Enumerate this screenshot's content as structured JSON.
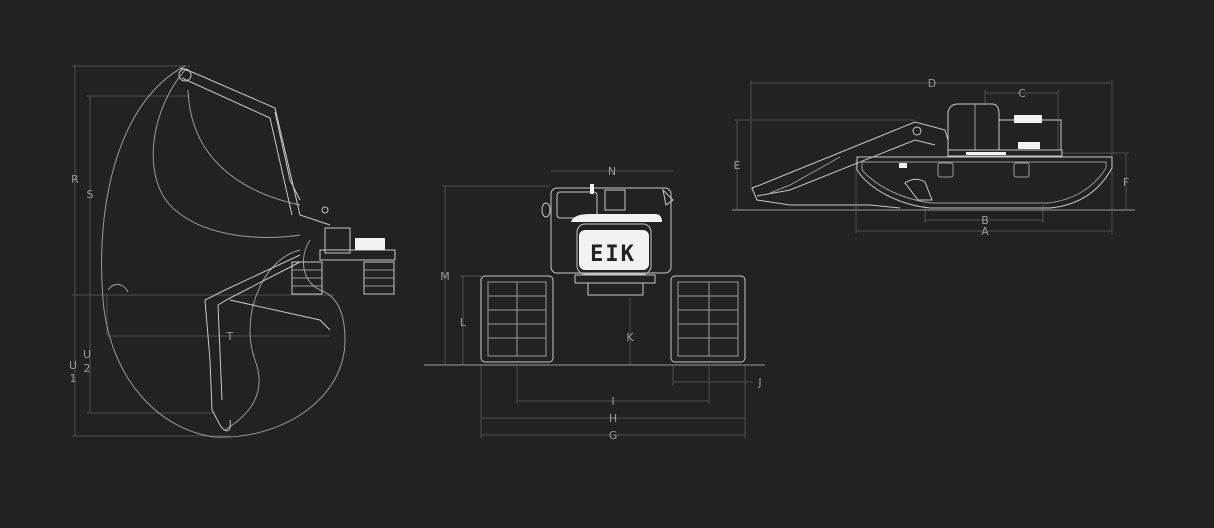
{
  "diagram": {
    "logo_text": "EIK",
    "colors": {
      "background": "#222222",
      "linework": "#c8c8c8",
      "dimension_lines": "#4d4d4d",
      "labels": "#9c9c9c"
    },
    "reach_view": {
      "labels": {
        "R": "R",
        "S": "S",
        "T": "T",
        "U1a": "U",
        "U1b": "1",
        "U2a": "U",
        "U2b": "2"
      }
    },
    "front_view": {
      "labels": {
        "N": "N",
        "M": "M",
        "L": "L",
        "K": "K",
        "J": "J",
        "I": "I",
        "H": "H",
        "G": "G"
      }
    },
    "side_view": {
      "labels": {
        "D": "D",
        "C": "C",
        "E": "E",
        "F": "F",
        "B": "B",
        "A": "A"
      }
    }
  }
}
